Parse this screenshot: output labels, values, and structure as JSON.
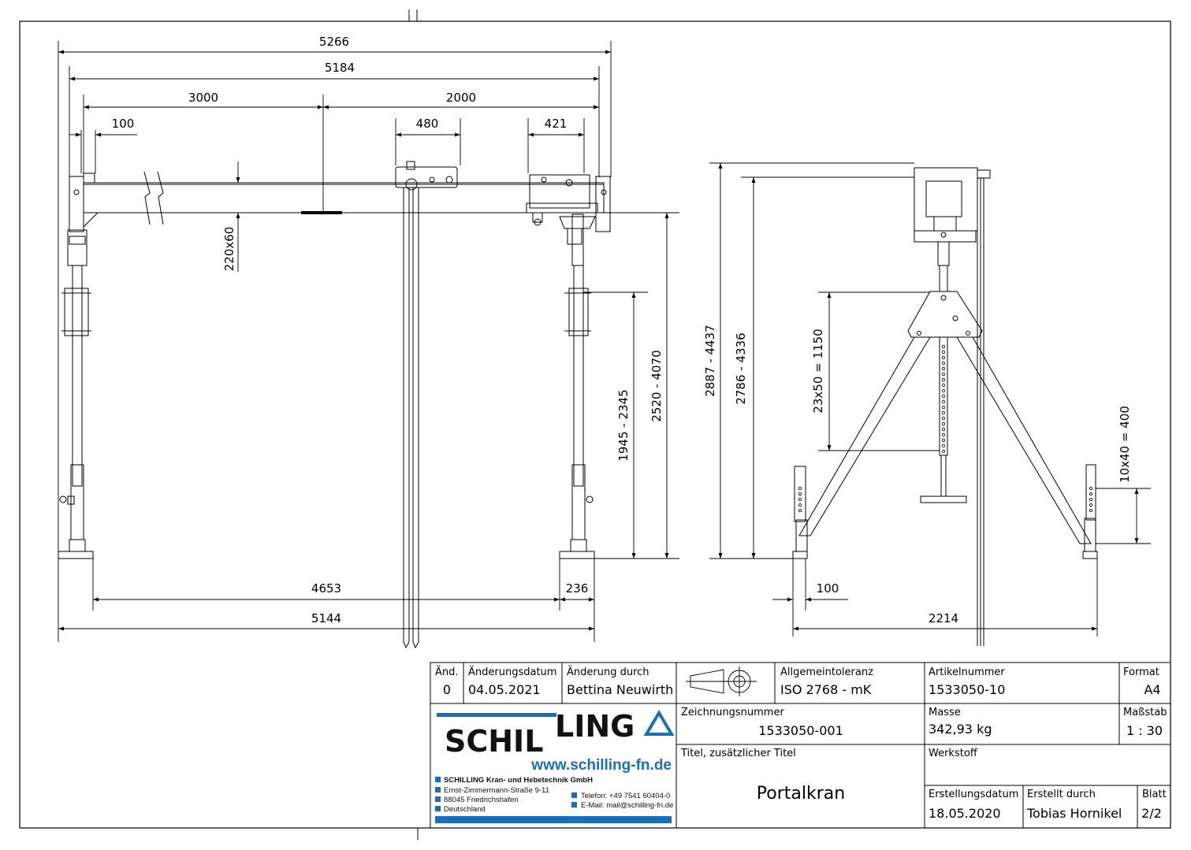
{
  "front_view": {
    "dims": {
      "d5266": "5266",
      "d5184": "5184",
      "d3000": "3000",
      "d2000": "2000",
      "d100": "100",
      "d480": "480",
      "d421": "421",
      "d220x60": "220x60",
      "d1945": "1945 - 2345",
      "d2520": "2520 - 4070",
      "d4653": "4653",
      "d236": "236",
      "d5144": "5144"
    }
  },
  "side_view": {
    "dims": {
      "d2887": "2887 - 4437",
      "d2786": "2786 - 4336",
      "d23x50": "23x50 = 1150",
      "d10x40": "10x40 = 400",
      "d100": "100",
      "d2214": "2214"
    }
  },
  "title_block": {
    "aend_label": "Änd.",
    "aend_value": "0",
    "aenderungsdatum_label": "Änderungsdatum",
    "aenderungsdatum_value": "04.05.2021",
    "aenderung_durch_label": "Änderung durch",
    "aenderung_durch_value": "Bettina Neuwirth",
    "allgemeintoleranz_label": "Allgemeintoleranz",
    "allgemeintoleranz_value": "ISO 2768 - mK",
    "artikelnummer_label": "Artikelnummer",
    "artikelnummer_value": "1533050-10",
    "format_label": "Format",
    "format_value": "A4",
    "zeichnungsnummer_label": "Zeichnungsnummer",
    "zeichnungsnummer_value": "1533050-001",
    "masse_label": "Masse",
    "masse_value": "342,93 kg",
    "massstab_label": "Maßstab",
    "massstab_value": "1 : 30",
    "titel_label": "Titel, zusätzlicher Titel",
    "titel_value": "Portalkran",
    "werkstoff_label": "Werkstoff",
    "erstellungsdatum_label": "Erstellungsdatum",
    "erstellungsdatum_value": "18.05.2020",
    "erstellt_durch_label": "Erstellt durch",
    "erstellt_durch_value": "Tobias Hornikel",
    "blatt_label": "Blatt",
    "blatt_value": "2/2"
  },
  "company": {
    "logo_part1": "SCHIL",
    "logo_part2": "LING",
    "url": "www.schilling-fn.de",
    "name": "SCHILLING Kran- und Hebetechnik GmbH",
    "street": "Ernst-Zimmermann-Straße 9-11",
    "city": "88045 Friedrichshafen",
    "country": "Deutschland",
    "phone": "Telefon: +49 7541 60404-0",
    "email": "E-Mail: mail@schilling-fn.de"
  },
  "colors": {
    "brand_blue": "#1a6fb8",
    "line": "#000000"
  }
}
